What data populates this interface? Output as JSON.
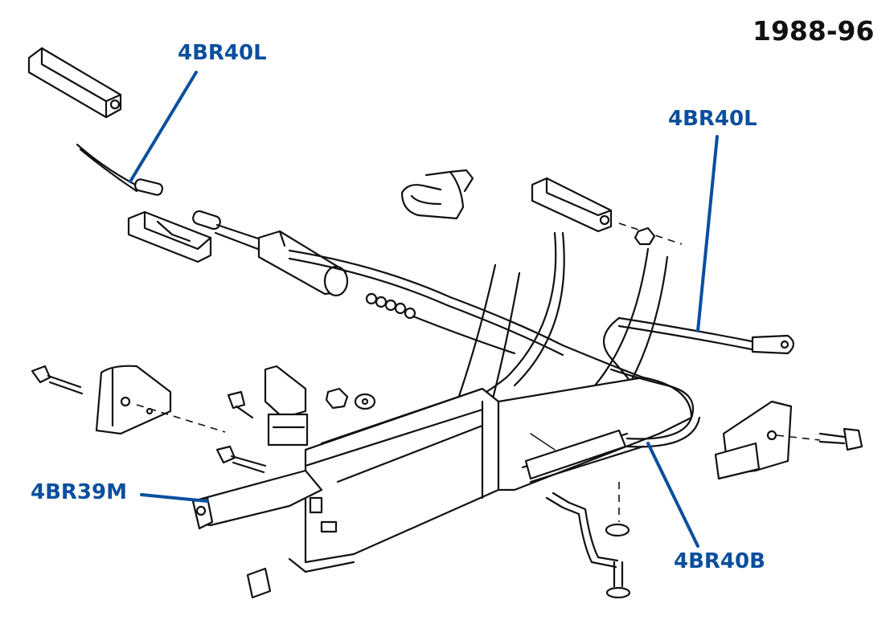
{
  "year_range": "1988-96",
  "colors": {
    "callout": "#0b4f9e",
    "linework": "#111111"
  },
  "callouts": [
    {
      "id": "cable-left",
      "part_number": "4BR40L"
    },
    {
      "id": "cable-right",
      "part_number": "4BR40L"
    },
    {
      "id": "lever-handle",
      "part_number": "4BR39M"
    },
    {
      "id": "rear-cable",
      "part_number": "4BR40B"
    }
  ]
}
